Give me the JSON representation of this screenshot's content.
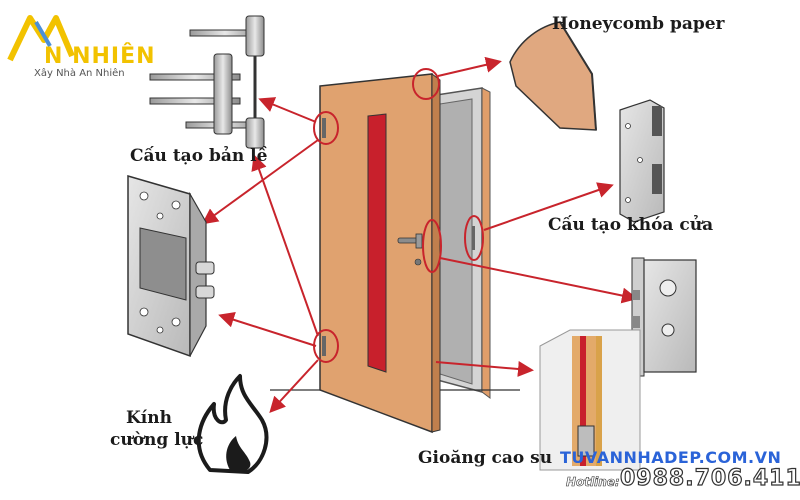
{
  "brand": {
    "logo_text": "N NHIÊN",
    "tagline": "Xây Nhà An Nhiên",
    "website": "TUVANNHADEP.COM.VN",
    "hotline_label": "Hotline:",
    "hotline_number": "0988.706.411"
  },
  "labels": {
    "honeycomb": "Honeycomb paper",
    "hinge": "Cấu tạo bản lề",
    "lock": "Cấu tạo khóa cửa",
    "glass_line1": "Kính",
    "glass_line2": "cường lực",
    "gasket": "Gioăng cao su"
  },
  "colors": {
    "arrow": "#c8242c",
    "door": "#e0a26f",
    "door_glass": "#c8202c",
    "logo_yellow": "#f2c200",
    "website_blue": "#2a63d8"
  }
}
